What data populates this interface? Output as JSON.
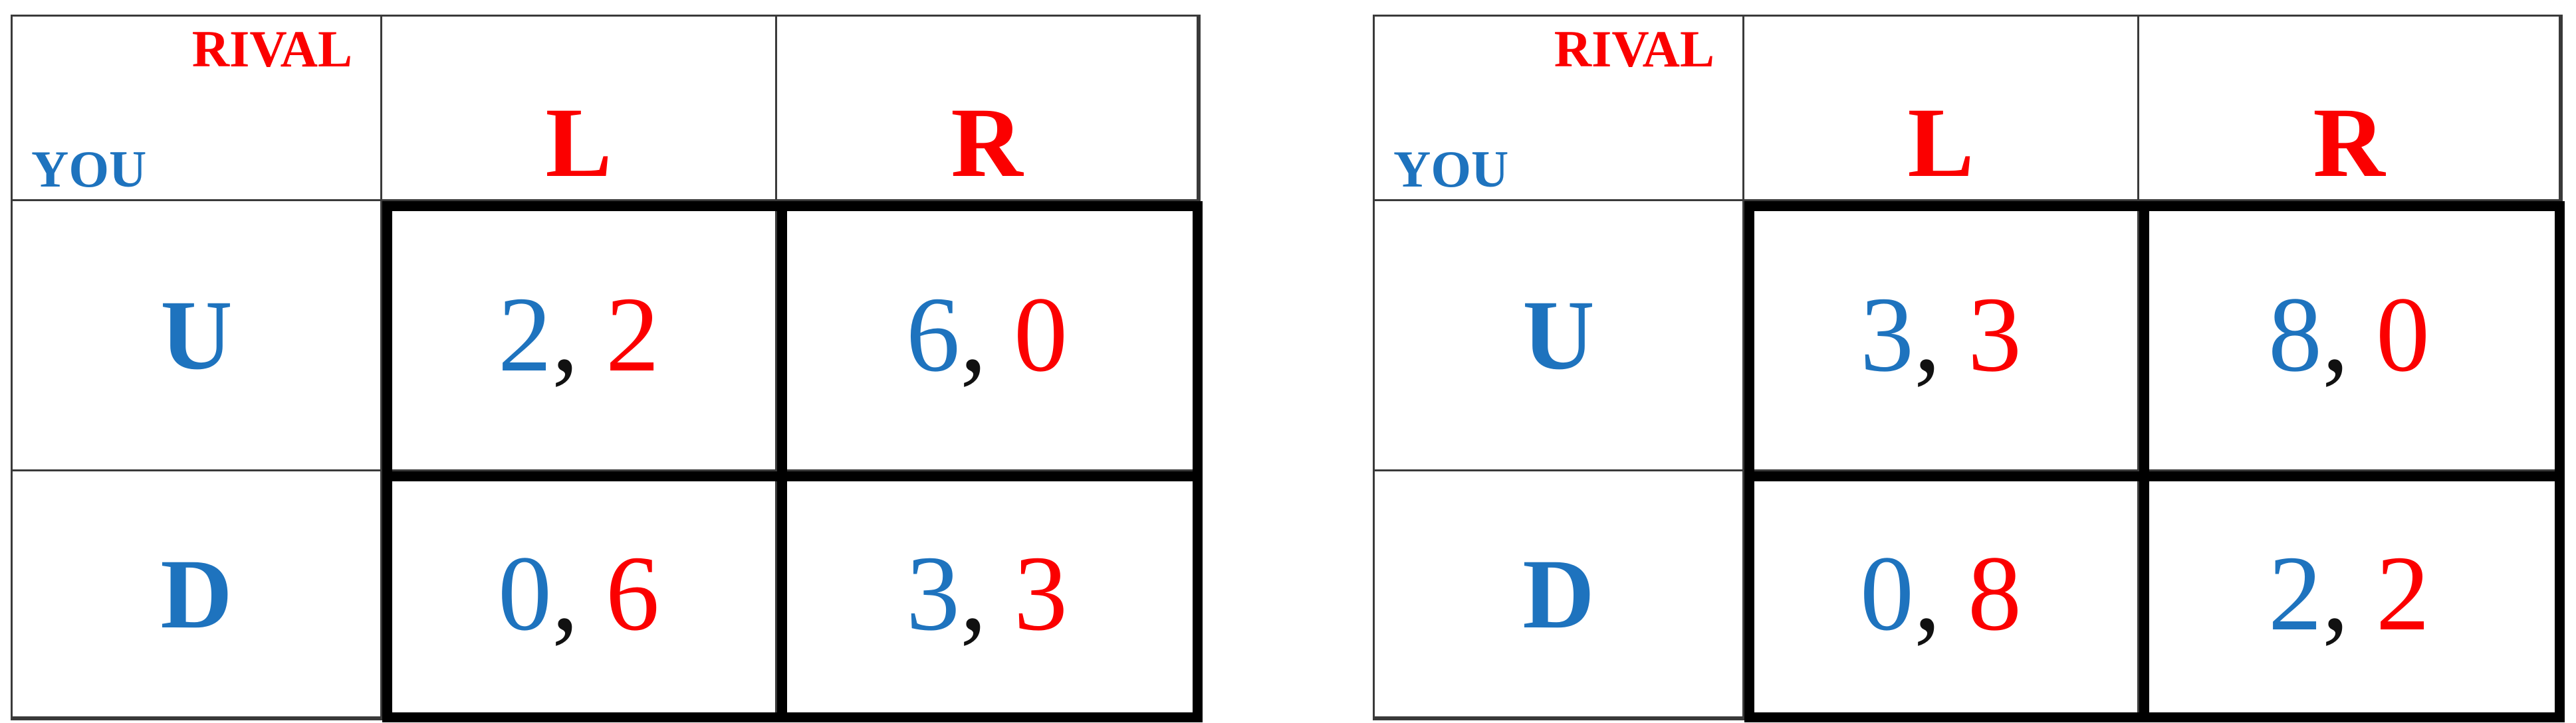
{
  "page": {
    "background": "#ffffff"
  },
  "labels": {
    "separator": ", "
  },
  "colors": {
    "row_player_blue": "#1e73be",
    "col_player_red": "#fb0000",
    "comma_black": "#111111",
    "thin_border": "#3a3a3a",
    "thick_border": "#000000"
  },
  "tables": [
    {
      "name": "left-game",
      "row_player": "YOU",
      "col_player": "RIVAL",
      "col_headers": [
        "L",
        "R"
      ],
      "row_headers": [
        "U",
        "D"
      ],
      "payoffs": [
        [
          {
            "you": "2",
            "rival": "2"
          },
          {
            "you": "6",
            "rival": "0"
          }
        ],
        [
          {
            "you": "0",
            "rival": "6"
          },
          {
            "you": "3",
            "rival": "3"
          }
        ]
      ]
    },
    {
      "name": "right-game",
      "row_player": "YOU",
      "col_player": "RIVAL",
      "col_headers": [
        "L",
        "R"
      ],
      "row_headers": [
        "U",
        "D"
      ],
      "payoffs": [
        [
          {
            "you": "3",
            "rival": "3"
          },
          {
            "you": "8",
            "rival": "0"
          }
        ],
        [
          {
            "you": "0",
            "rival": "8"
          },
          {
            "you": "2",
            "rival": "2"
          }
        ]
      ]
    }
  ]
}
